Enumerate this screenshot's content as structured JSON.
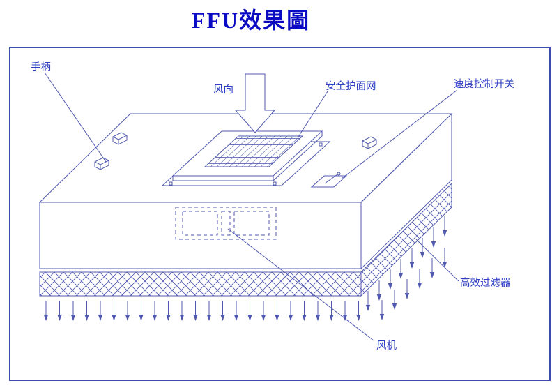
{
  "title": "FFU效果圖",
  "colors": {
    "title": "#0b0bc4",
    "label": "#2e3ec4",
    "line": "#5059ae",
    "border": "#3c4cae",
    "bg": "#ffffff"
  },
  "labels": {
    "handle": "手柄",
    "wind_direction": "风向",
    "safety_mesh": "安全护面网",
    "speed_switch": "速度控制开关",
    "hepa_filter": "高效过滤器",
    "fan": "风机"
  }
}
